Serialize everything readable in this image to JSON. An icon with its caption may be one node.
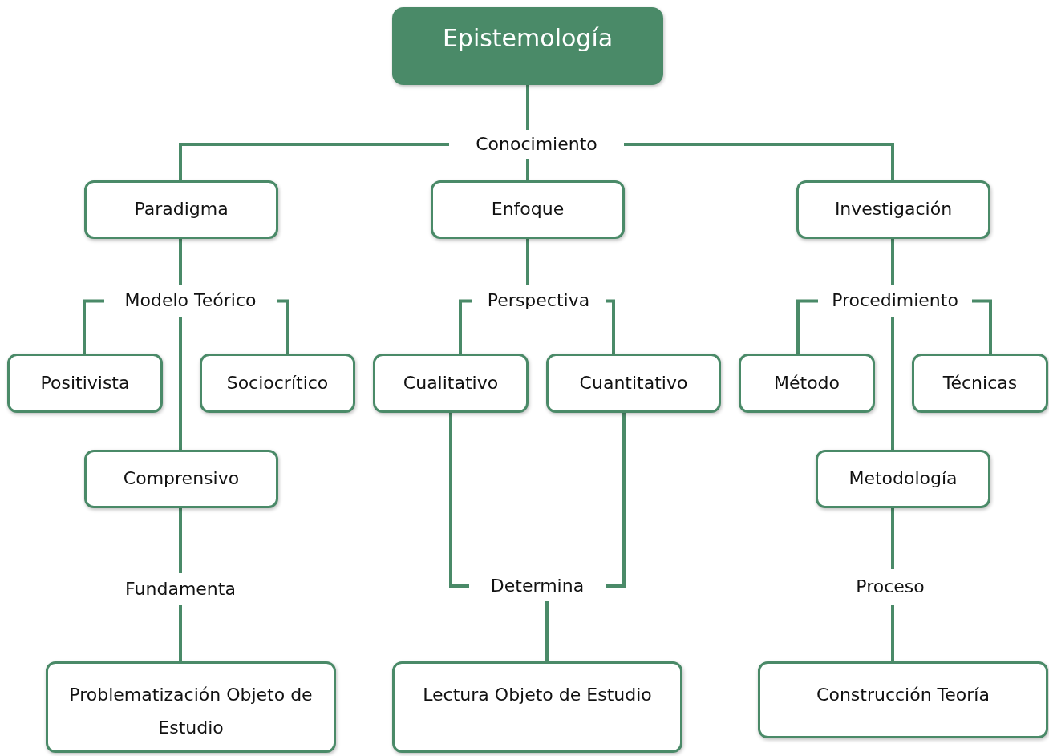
{
  "diagram": {
    "nodes": [
      {
        "text": [
          "Epistemología"
        ]
      },
      {
        "text": [
          "Conocimiento"
        ]
      },
      {
        "text": [
          "Paradigma"
        ]
      },
      {
        "text": [
          "Enfoque"
        ]
      },
      {
        "text": [
          "Investigación"
        ]
      },
      {
        "text": [
          "Modelo Teórico"
        ]
      },
      {
        "text": [
          "Perspectiva"
        ]
      },
      {
        "text": [
          "Procedimiento"
        ]
      },
      {
        "text": [
          "Positivista"
        ]
      },
      {
        "text": [
          "Sociocrítico"
        ]
      },
      {
        "text": [
          "Cualitativo"
        ]
      },
      {
        "text": [
          "Cuantitativo"
        ]
      },
      {
        "text": [
          "Método"
        ]
      },
      {
        "text": [
          "Técnicas"
        ]
      },
      {
        "text": [
          "Comprensivo"
        ]
      },
      {
        "text": [
          "Metodología"
        ]
      },
      {
        "text": [
          "Fundamenta"
        ]
      },
      {
        "text": [
          "Determina"
        ]
      },
      {
        "text": [
          "Proceso"
        ]
      },
      {
        "text": [
          "Problematización Objeto de Estudio"
        ]
      },
      {
        "text": [
          "Lectura Objeto de Estudio"
        ]
      },
      {
        "text": [
          "Construcción Teoría"
        ]
      }
    ],
    "edges": [
      {
        "from": 0,
        "to": 1,
        "arrow": "none"
      },
      {
        "from": 1,
        "to": 2,
        "arrow": "none"
      },
      {
        "from": 1,
        "to": 3,
        "arrow": "none"
      },
      {
        "from": 1,
        "to": 4,
        "arrow": "none"
      },
      {
        "from": 2,
        "to": 5,
        "arrow": "none"
      },
      {
        "from": 3,
        "to": 6,
        "arrow": "none"
      },
      {
        "from": 4,
        "to": 7,
        "arrow": "none"
      },
      {
        "from": 5,
        "to": 8,
        "arrow": "none"
      },
      {
        "from": 5,
        "to": 9,
        "arrow": "none"
      },
      {
        "from": 5,
        "to": 14,
        "arrow": "none"
      },
      {
        "from": 6,
        "to": 10,
        "arrow": "none"
      },
      {
        "from": 6,
        "to": 11,
        "arrow": "none"
      },
      {
        "from": 7,
        "to": 12,
        "arrow": "none"
      },
      {
        "from": 7,
        "to": 13,
        "arrow": "none"
      },
      {
        "from": 7,
        "to": 15,
        "arrow": "none"
      },
      {
        "from": 14,
        "to": 16,
        "arrow": "none"
      },
      {
        "from": 16,
        "to": 19,
        "arrow": "none"
      },
      {
        "from": 10,
        "to": 17,
        "arrow": "none"
      },
      {
        "from": 11,
        "to": 17,
        "arrow": "none"
      },
      {
        "from": 17,
        "to": 20,
        "arrow": "none"
      },
      {
        "from": 15,
        "to": 18,
        "arrow": "none"
      },
      {
        "from": 18,
        "to": 21,
        "arrow": "none"
      }
    ]
  }
}
